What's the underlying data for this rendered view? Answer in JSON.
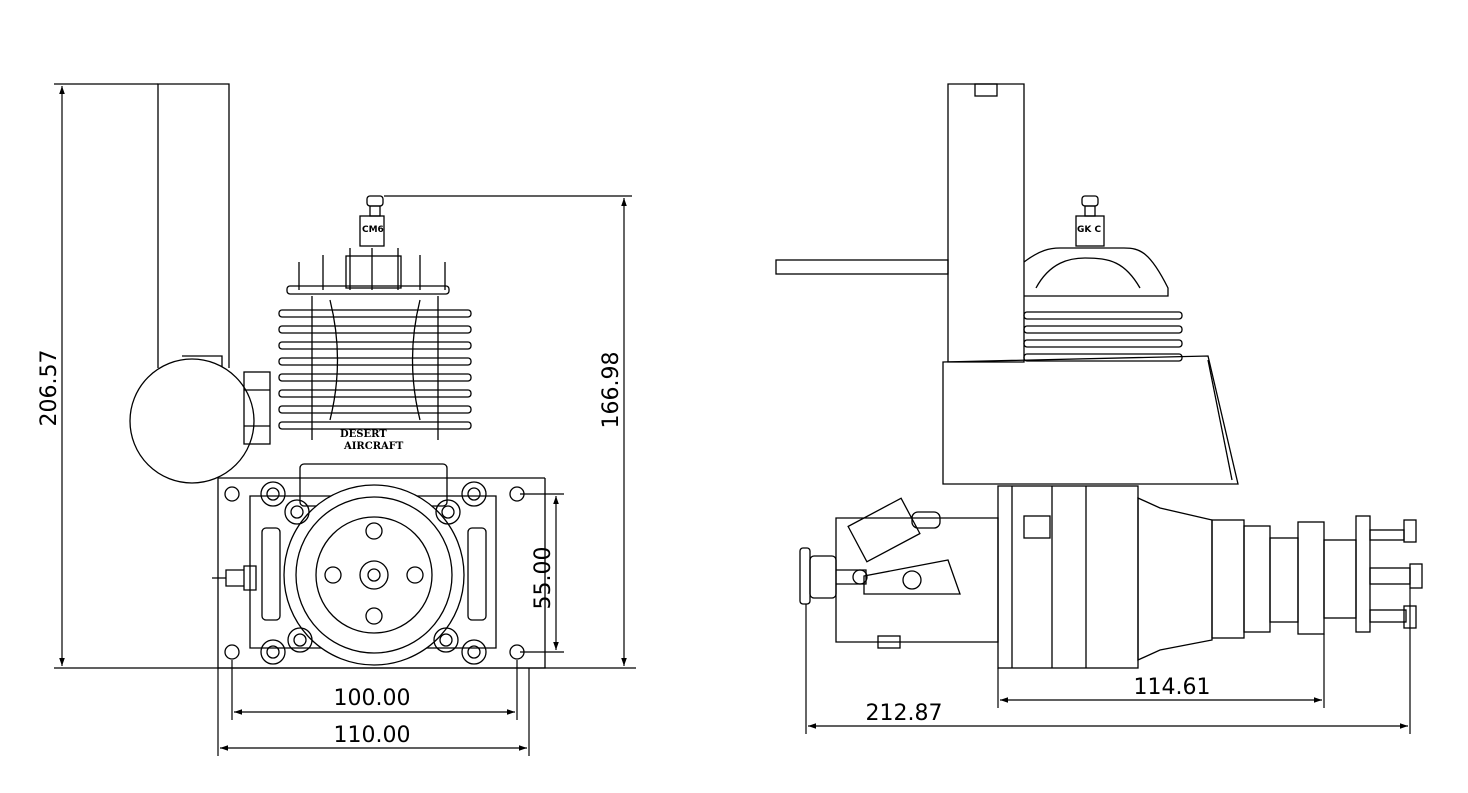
{
  "drawing": {
    "front_view": {
      "dimensions": {
        "total_height": "206.57",
        "plug_height": "166.98",
        "mount_height": "55.00",
        "bolt_spacing": "100.00",
        "plate_width": "110.00"
      },
      "plug_label": "CM6",
      "brand_line1": "DESERT",
      "brand_line2": "AIRCRAFT"
    },
    "side_view": {
      "dimensions": {
        "overall_length": "212.87",
        "mount_to_prop": "114.61"
      },
      "plug_label": "GK C"
    }
  }
}
